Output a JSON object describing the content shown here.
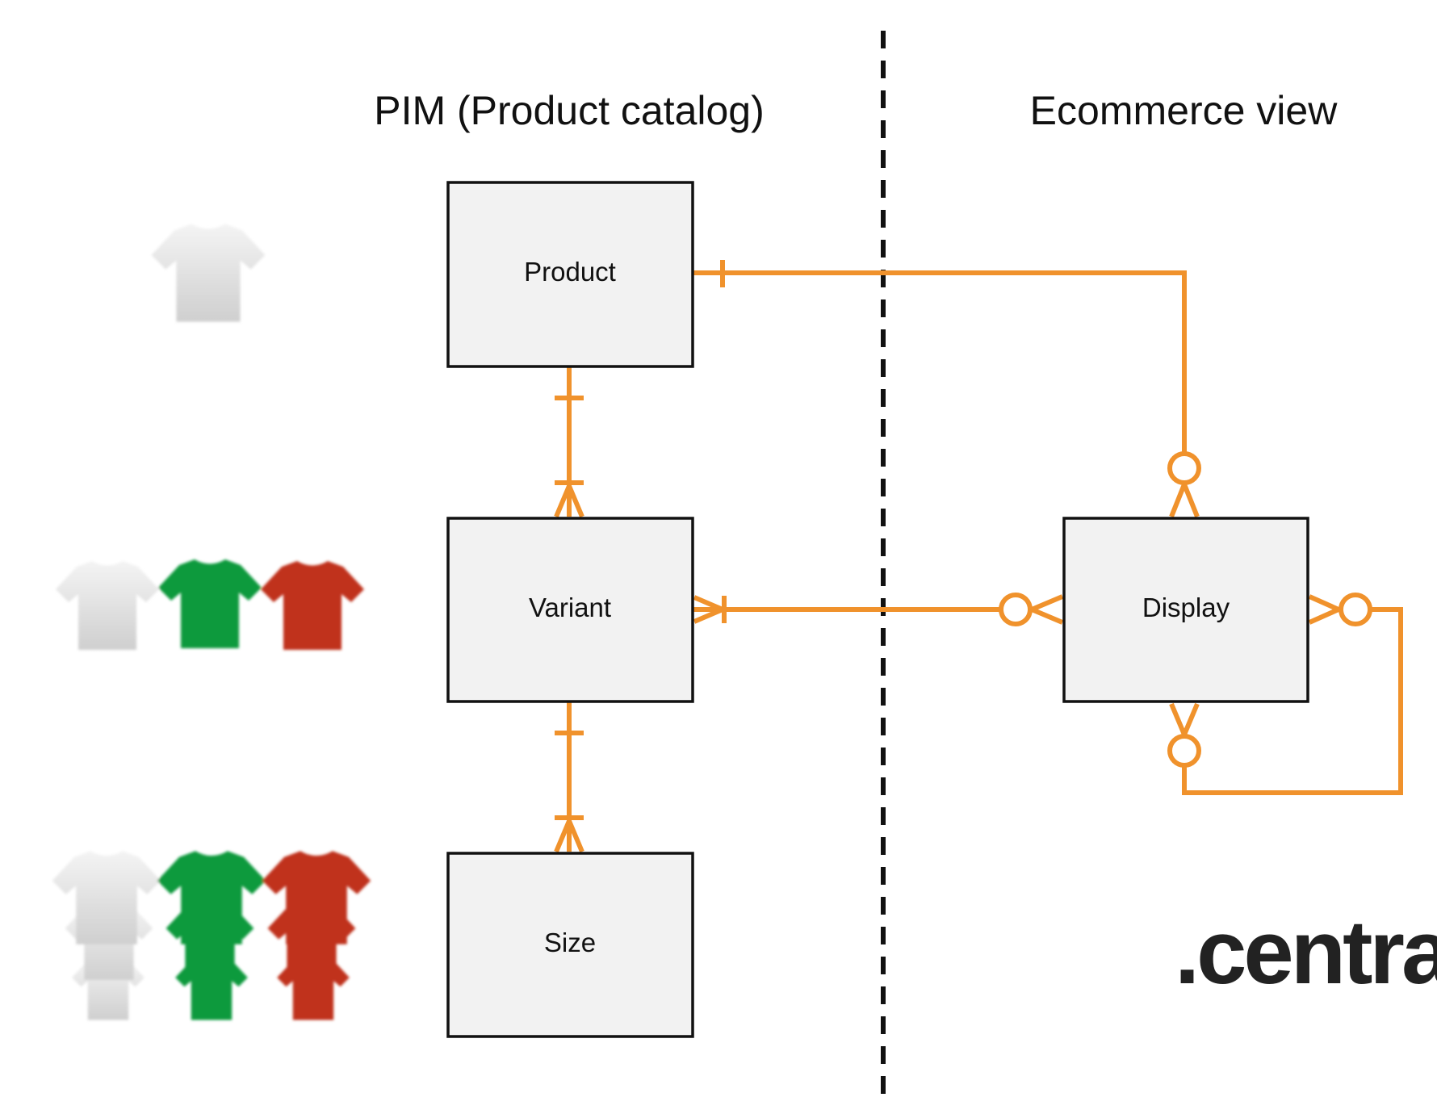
{
  "sections": {
    "pim_title": "PIM (Product catalog)",
    "ecommerce_title": "Ecommerce view"
  },
  "entities": {
    "product": "Product",
    "variant": "Variant",
    "size": "Size",
    "display": "Display"
  },
  "brand": {
    "logo_text": ".centra"
  },
  "colors": {
    "relationship": "#f0922c",
    "shirt_white": "#e6e6e6",
    "shirt_green": "#0f9a3c",
    "shirt_red": "#c0321f"
  },
  "relationships": [
    {
      "from": "Product",
      "to": "Variant",
      "from_card": "one",
      "to_card": "one-or-many"
    },
    {
      "from": "Variant",
      "to": "Size",
      "from_card": "one",
      "to_card": "one-or-many"
    },
    {
      "from": "Product",
      "to": "Display",
      "from_card": "one",
      "to_card": "zero-or-many"
    },
    {
      "from": "Variant",
      "to": "Display",
      "from_card": "one-or-many",
      "to_card": "zero-or-many"
    },
    {
      "from": "Display",
      "to": "Display",
      "from_card": "zero-or-many",
      "to_card": "zero-or-many"
    }
  ]
}
